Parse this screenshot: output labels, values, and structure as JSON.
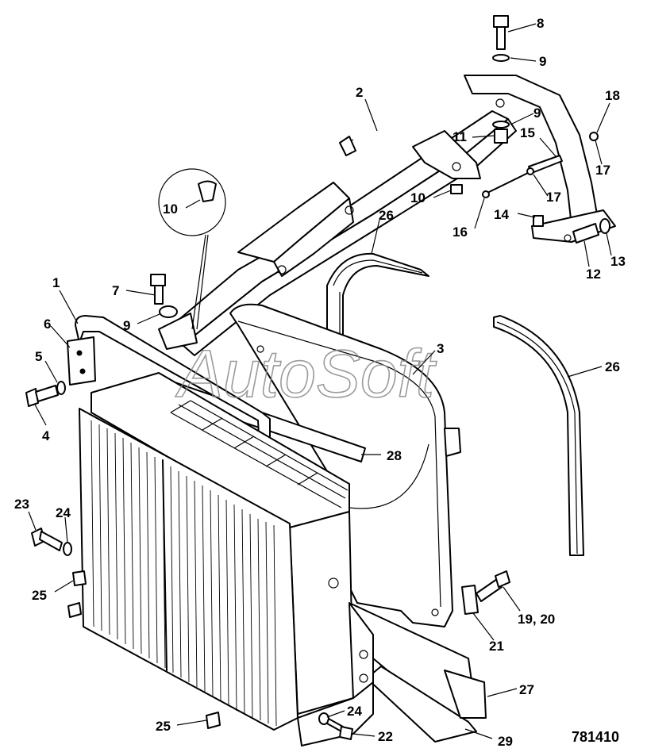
{
  "diagram": {
    "drawing_number": "781410",
    "watermark": "AutoSoft",
    "callouts": {
      "c1": "1",
      "c2": "2",
      "c3": "3",
      "c4": "4",
      "c5": "5",
      "c6": "6",
      "c7": "7",
      "c8": "8",
      "c9a": "9",
      "c9b": "9",
      "c9c": "9",
      "c10a": "10",
      "c10b": "10",
      "c11": "11",
      "c12": "12",
      "c13": "13",
      "c14": "14",
      "c15": "15",
      "c16": "16",
      "c17a": "17",
      "c17b": "17",
      "c18": "18",
      "c1920": "19, 20",
      "c21": "21",
      "c22": "22",
      "c23": "23",
      "c24a": "24",
      "c24b": "24",
      "c25a": "25",
      "c25b": "25",
      "c26a": "26",
      "c26b": "26",
      "c27": "27",
      "c28": "28",
      "c29": "29"
    }
  }
}
